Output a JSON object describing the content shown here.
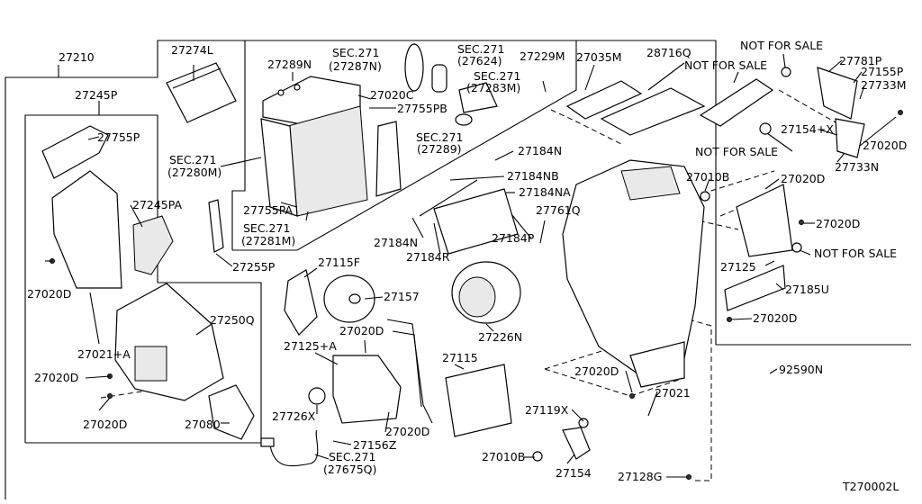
{
  "diagram_id": "T270002L",
  "labels": {
    "l27210": "27210",
    "l27245P": "27245P",
    "l27755P": "27755P",
    "l27245PA": "27245PA",
    "l27020D_a": "27020D",
    "l27021A": "27021+A",
    "l27020D_b": "27020D",
    "l27020D_c": "27020D",
    "l27080": "27080",
    "l27250Q": "27250Q",
    "l27274L": "27274L",
    "l27289N": "27289N",
    "l27020C": "27020C",
    "lSEC271_27287N_a": "SEC.271",
    "lSEC271_27287N_b": "(27287N)",
    "lSEC271_27624_a": "SEC.271",
    "lSEC271_27624_b": "(27624)",
    "lSEC271_27283M_a": "SEC.271",
    "lSEC271_27283M_b": "(27283M)",
    "l27229M": "27229M",
    "l27755PB": "27755PB",
    "lSEC271_27289_a": "SEC.271",
    "lSEC271_27289_b": "(27289)",
    "lSEC271_27280M_a": "SEC.271",
    "lSEC271_27280M_b": "(27280M)",
    "l27755PA": "27755PA",
    "lSEC271_27281M_a": "SEC.271",
    "lSEC271_27281M_b": "(27281M)",
    "l27255P": "27255P",
    "l27184N_a": "27184N",
    "l27184NB": "27184NB",
    "l27184NA": "27184NA",
    "l27184N_b": "27184N",
    "l27184R": "27184R",
    "l27761Q": "27761Q",
    "l27184P": "27184P",
    "l27035M": "27035M",
    "l28716Q": "28716Q",
    "lNFS_a": "NOT FOR SALE",
    "lNFS_b": "NOT FOR SALE",
    "lNFS_c": "NOT FOR SALE",
    "lNFS_d": "NOT FOR SALE",
    "l27781P": "27781P",
    "l27155P": "27155P",
    "l27733M": "27733M",
    "l27154X": "27154+X",
    "l27020D_d": "27020D",
    "l27733N": "27733N",
    "l27010B_a": "27010B",
    "l27020D_e": "27020D",
    "l27020D_f": "27020D",
    "l27125": "27125",
    "l27185U": "27185U",
    "l27020D_g": "27020D",
    "l27115F": "27115F",
    "l27157": "27157",
    "l27226N": "27226N",
    "l27125A": "27125+A",
    "l27020D_h": "27020D",
    "l27115": "27115",
    "l27726X": "27726X",
    "l27020D_i": "27020D",
    "l27156Z": "27156Z",
    "lSEC271_27675Q_a": "SEC.271",
    "lSEC271_27675Q_b": "(27675Q)",
    "l27020D_j": "27020D",
    "l27021": "27021",
    "l27119X": "27119X",
    "l27010B_b": "27010B",
    "l27154": "27154",
    "l27128G": "27128G",
    "l92590N": "92590N"
  }
}
